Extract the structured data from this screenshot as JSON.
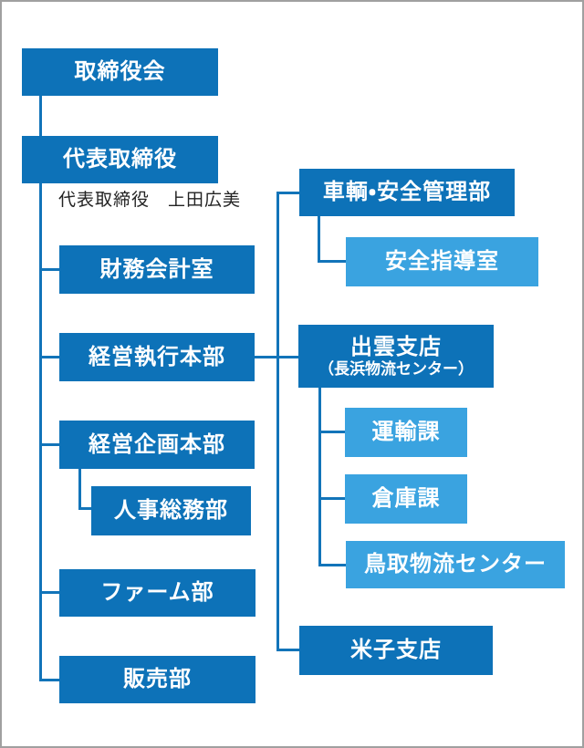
{
  "page": {
    "background": "#ffffff",
    "border_color": "#a0a0a0"
  },
  "colors": {
    "primary_box": "#0d72b8",
    "secondary_box": "#3aa3e0",
    "connector_line": "#1274b9",
    "box_text": "#ffffff",
    "plain_text": "#222222"
  },
  "org": {
    "nodes": {
      "board": {
        "label": "取締役会"
      },
      "representative_director": {
        "label": "代表取締役"
      },
      "representative_director_name": {
        "label": "代表取締役　上田広美"
      },
      "finance_accounting": {
        "label": "財務会計室"
      },
      "management_execution": {
        "label": "経営執行本部"
      },
      "management_planning": {
        "label": "経営企画本部"
      },
      "hr_general_affairs": {
        "label": "人事総務部"
      },
      "farm": {
        "label": "ファーム部"
      },
      "sales": {
        "label": "販売部"
      },
      "vehicle_safety": {
        "label": "車輌・安全管理部"
      },
      "safety_guidance": {
        "label": "安全指導室"
      },
      "izumo_branch": {
        "label": "出雲支店",
        "sublabel": "（長浜物流センター）"
      },
      "transport_section": {
        "label": "運輸課"
      },
      "warehouse_section": {
        "label": "倉庫課"
      },
      "tottori_logistics": {
        "label": "鳥取物流センター"
      },
      "yonago_branch": {
        "label": "米子支店"
      }
    }
  }
}
